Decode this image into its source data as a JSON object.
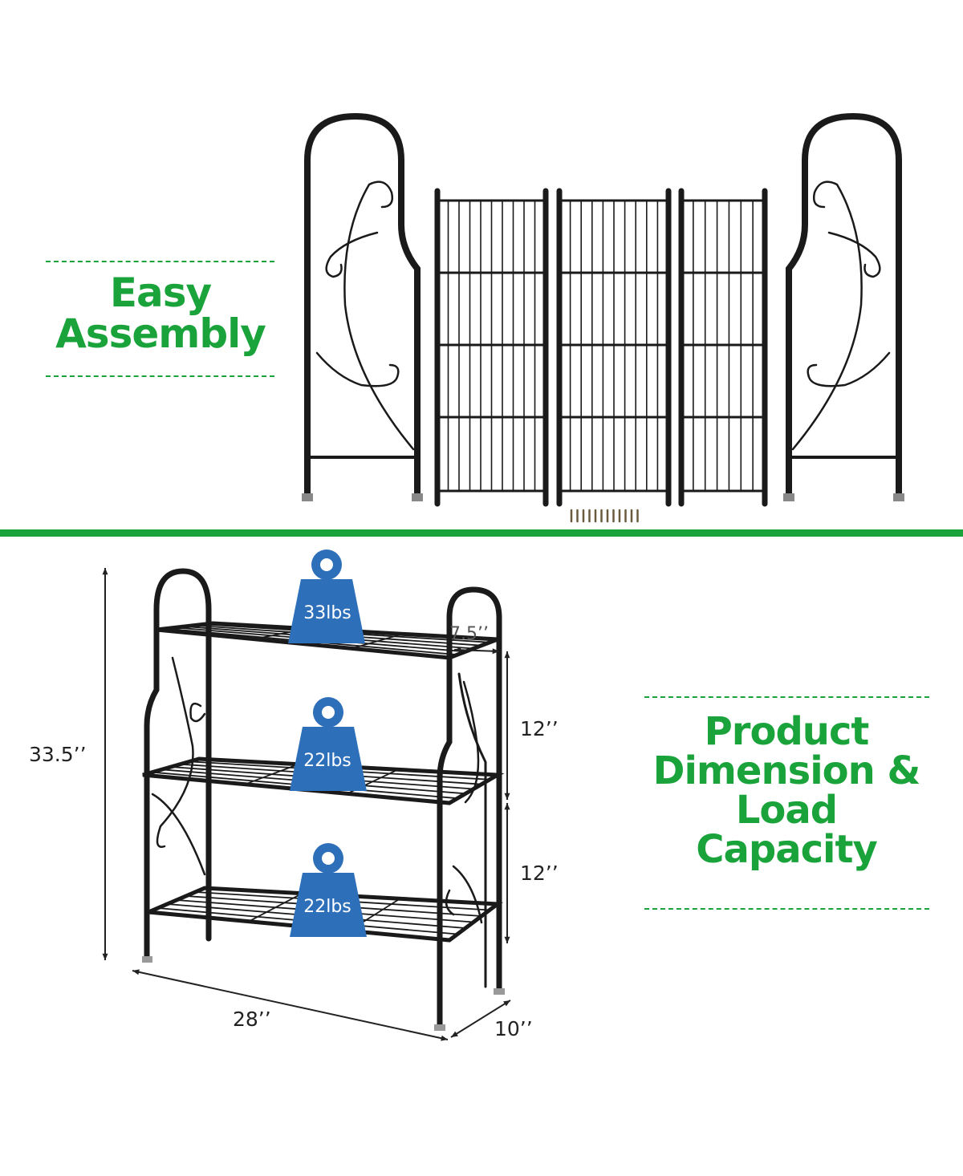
{
  "assembly": {
    "title_line1": "Easy",
    "title_line2": "Assembly"
  },
  "product": {
    "title_line1": "Product",
    "title_line2": "Dimension &",
    "title_line3": "Load",
    "title_line4": "Capacity"
  },
  "dimensions": {
    "height": "33.5’’",
    "width": "28’’",
    "depth": "10’’",
    "shelf_depth": "7.5’’",
    "upper_spacing": "12’’",
    "lower_spacing": "12’’"
  },
  "loads": {
    "top": "33lbs",
    "middle": "22lbs",
    "bottom": "22lbs"
  },
  "colors": {
    "accent": "#1aa33a",
    "weight_icon": "#2e6fba",
    "frame": "#1a1a1a"
  }
}
